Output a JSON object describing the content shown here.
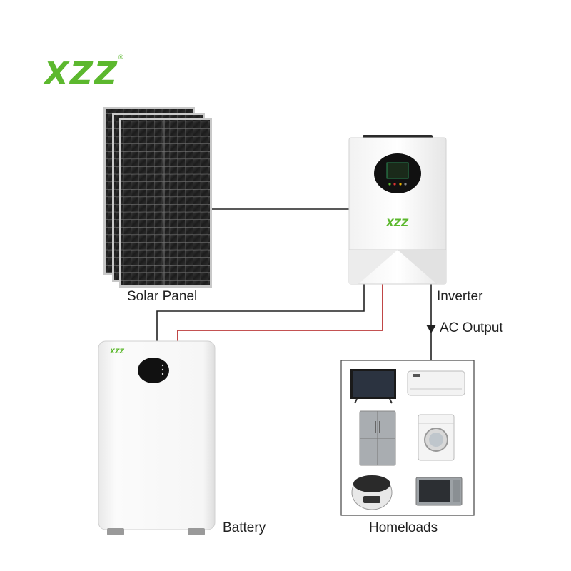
{
  "brand": {
    "logo_text": "XZZ",
    "registered_mark": "®",
    "color": "#5cb82e"
  },
  "inverter": {
    "brand_text": "XZZ"
  },
  "battery": {
    "brand_text": "XZZ"
  },
  "labels": {
    "solar_panel": "Solar Panel",
    "inverter": "Inverter",
    "ac_output": "AC Output",
    "battery": "Battery",
    "homeloads": "Homeloads"
  },
  "wire_colors": {
    "dc_positive": "#b01818",
    "dc_negative": "#222222"
  },
  "appliances": [
    "tv-icon",
    "air-conditioner-icon",
    "refrigerator-icon",
    "washing-machine-icon",
    "rice-cooker-icon",
    "microwave-icon"
  ]
}
